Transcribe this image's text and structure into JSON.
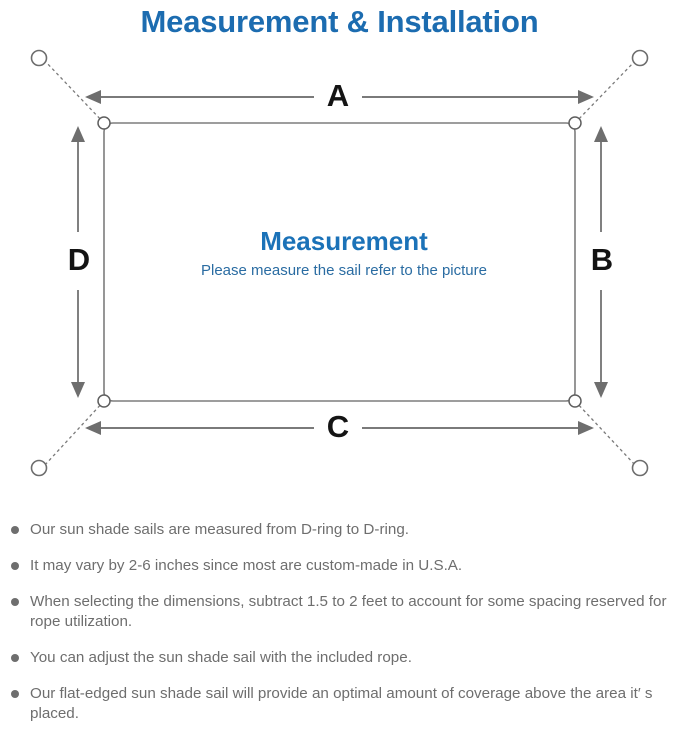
{
  "header": {
    "title": "Measurement & Installation",
    "title_color": "#1c6cb0"
  },
  "diagram": {
    "center": {
      "title": "Measurement",
      "title_color": "#1b72b8",
      "subtitle": "Please measure the sail refer to the picture",
      "subtitle_color": "#2a6ca2"
    },
    "dimension_labels": {
      "top": "A",
      "right": "B",
      "bottom": "C",
      "left": "D"
    },
    "label_color": "#141414",
    "line_color": "#7a7a7a",
    "sail_edge_color": "#7d7d7d",
    "d_ring_count": 4,
    "anchor_ring_count": 4
  },
  "notes": [
    "Our sun shade sails are measured from D-ring to D-ring.",
    "It may vary by 2-6 inches since most are custom-made in U.S.A.",
    "When selecting the dimensions, subtract 1.5 to 2 feet to account for some spacing reserved for rope utilization.",
    "You can adjust the sun shade sail with the included rope.",
    "Our flat-edged sun shade sail will provide an optimal amount of coverage above the area it′ s placed."
  ]
}
